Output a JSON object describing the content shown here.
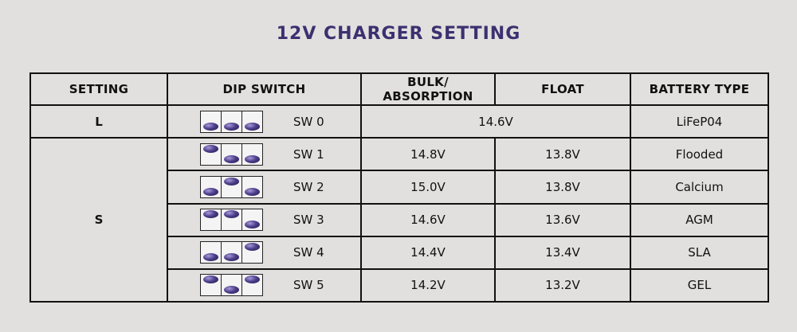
{
  "title": "12V CHARGER SETTING",
  "headers": {
    "setting": "SETTING",
    "dip_switch": "DIP SWITCH",
    "bulk": "BULK/ ABSORPTION",
    "float": "FLOAT",
    "battery_type": "BATTERY TYPE"
  },
  "groups": {
    "L": "L",
    "S": "S"
  },
  "rows": [
    {
      "sw": "SW 0",
      "bulk_float": "14.6V",
      "battery": "LiFeP04",
      "knobs": [
        "down",
        "down",
        "down"
      ]
    },
    {
      "sw": "SW 1",
      "bulk": "14.8V",
      "float": "13.8V",
      "battery": "Flooded",
      "knobs": [
        "up",
        "down",
        "down"
      ]
    },
    {
      "sw": "SW 2",
      "bulk": "15.0V",
      "float": "13.8V",
      "battery": "Calcium",
      "knobs": [
        "down",
        "up",
        "down"
      ]
    },
    {
      "sw": "SW 3",
      "bulk": "14.6V",
      "float": "13.6V",
      "battery": "AGM",
      "knobs": [
        "up",
        "up",
        "down"
      ]
    },
    {
      "sw": "SW 4",
      "bulk": "14.4V",
      "float": "13.4V",
      "battery": "SLA",
      "knobs": [
        "down",
        "down",
        "up"
      ]
    },
    {
      "sw": "SW 5",
      "bulk": "14.2V",
      "float": "13.2V",
      "battery": "GEL",
      "knobs": [
        "up",
        "down",
        "up"
      ]
    }
  ]
}
